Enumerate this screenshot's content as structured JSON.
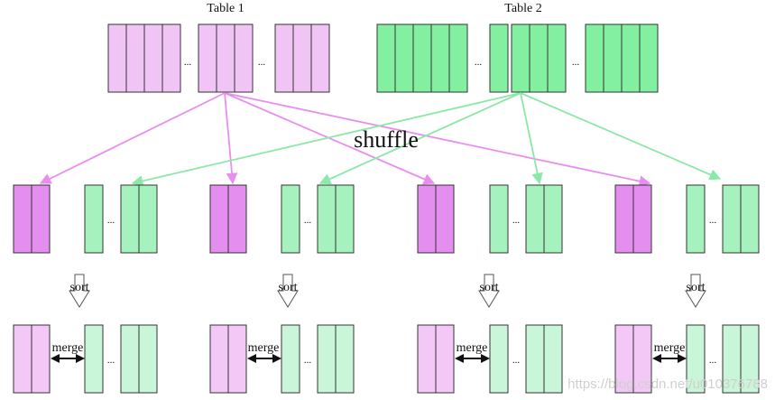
{
  "labels": {
    "table1": "Table 1",
    "table2": "Table 2",
    "shuffle": "shuffle",
    "sort": "sort",
    "merge": "merge",
    "ellipsis": "...",
    "watermark": "https://blog.csdn.net/u010376788"
  },
  "colors": {
    "table1_fill": "#f0c4f5",
    "table2_fill": "#82f0a0",
    "shuffled_t1_fill": "#e48ff0",
    "shuffled_t2_fill": "#a5f2be",
    "sorted_t1_fill": "#f3c8f7",
    "sorted_t2_fill": "#c9f6d8",
    "stroke": "#333333",
    "arrow_t1": "#e98ef0",
    "arrow_t2": "#8ae8a8",
    "merge_arrow": "#111111"
  }
}
